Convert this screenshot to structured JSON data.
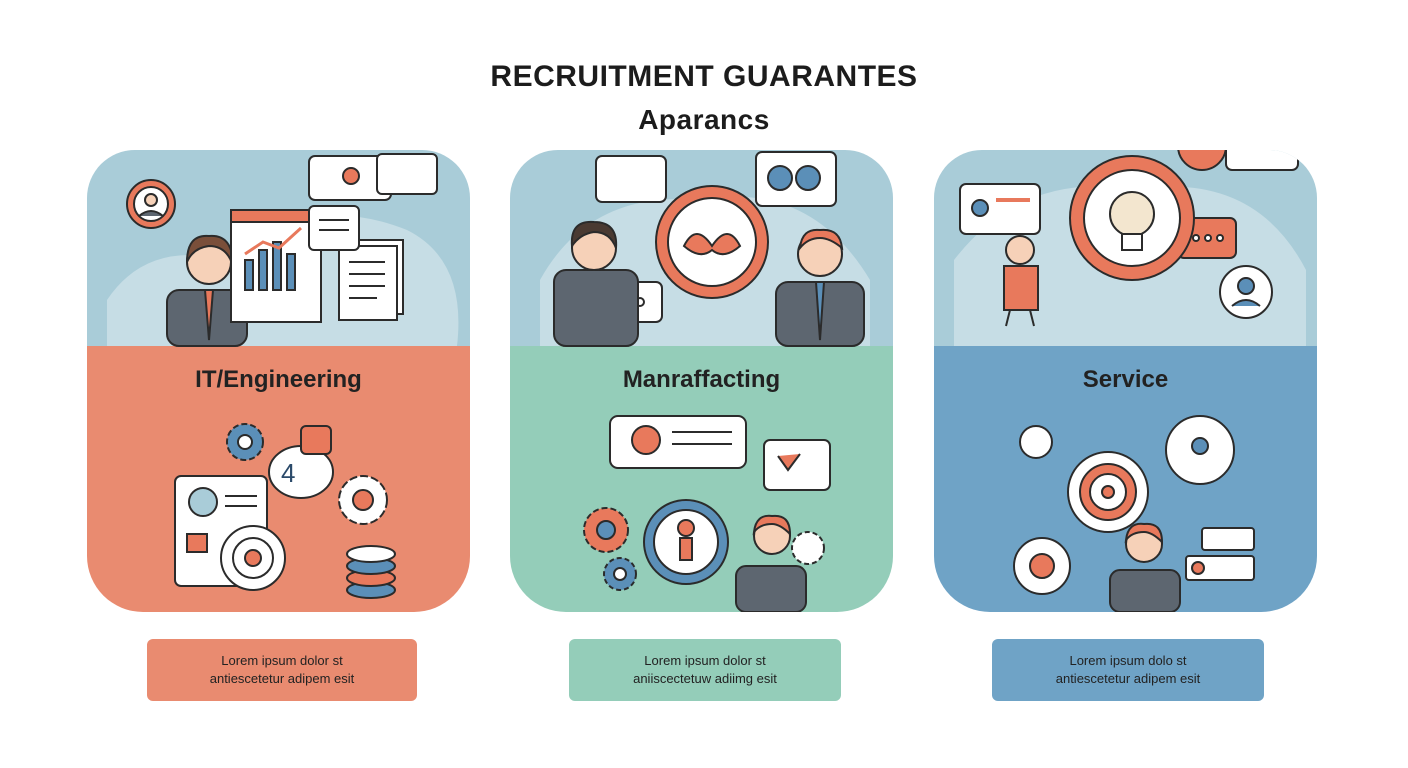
{
  "title": {
    "line1": "RECRUITMENT GUARANTES",
    "line2": "Aparancs"
  },
  "colors": {
    "it_top": "#a9ccd8",
    "it_bottom": "#e98b70",
    "mfg_top": "#a9ccd8",
    "mfg_bottom": "#94cdb9",
    "svc_top": "#a9ccd8",
    "svc_bottom": "#6fa3c6",
    "accent_orange": "#e8795c",
    "accent_blue": "#5b8fb8",
    "line_dark": "#2b2b2b"
  },
  "panels": [
    {
      "label": "IT/Engineering",
      "card": {
        "line1": "Lorem ipsum dolor st",
        "line2": "antiescetetur adipem esit"
      },
      "icons": [
        "businessman-icon",
        "chat-bubble-icon",
        "profile-card-icon",
        "woman-avatar-icon",
        "bar-chart-icon",
        "documents-icon",
        "gear-icon",
        "target-icon",
        "coin-stack-icon"
      ]
    },
    {
      "label": "Manraffacting",
      "card": {
        "line1": "Lorem ipsum dolor st",
        "line2": "aniiscectetuw adiimg esit"
      },
      "icons": [
        "chat-bubble-icon",
        "target-ring-icon",
        "businessman-icon",
        "woman-avatar-icon",
        "gear-icon",
        "profile-card-icon"
      ]
    },
    {
      "label": "Service",
      "card": {
        "line1": "Lorem ipsum dolo st",
        "line2": "antiescetetur adipem esit"
      },
      "icons": [
        "lightbulb-icon",
        "chat-bubble-icon",
        "avatar-icon",
        "target-icon",
        "businessman-icon",
        "profile-card-icon"
      ]
    }
  ]
}
